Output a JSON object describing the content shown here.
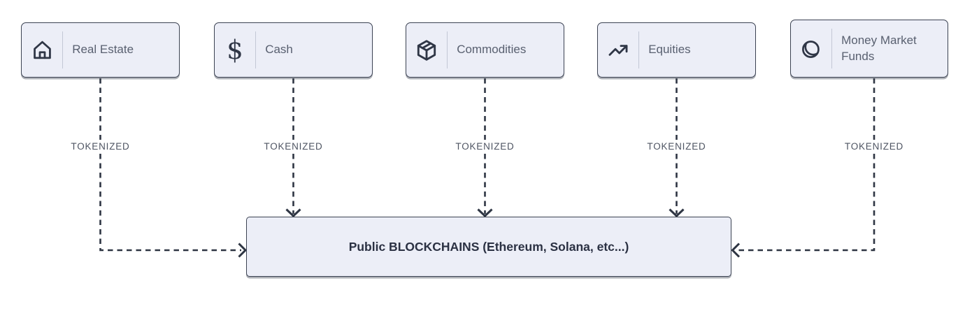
{
  "diagram": {
    "assets": [
      {
        "label": "Real Estate",
        "icon": "home-icon"
      },
      {
        "label": "Cash",
        "icon": "dollar-icon",
        "glyph": "$"
      },
      {
        "label": "Commodities",
        "icon": "package-icon"
      },
      {
        "label": "Equities",
        "icon": "trending-up-icon"
      },
      {
        "label": "Money Market Funds",
        "icon": "coin-icon"
      }
    ],
    "edges": [
      {
        "from": "Real Estate",
        "to": "Public BLOCKCHAINS",
        "label": "TOKENIZED"
      },
      {
        "from": "Cash",
        "to": "Public BLOCKCHAINS",
        "label": "TOKENIZED"
      },
      {
        "from": "Commodities",
        "to": "Public BLOCKCHAINS",
        "label": "TOKENIZED"
      },
      {
        "from": "Equities",
        "to": "Public BLOCKCHAINS",
        "label": "TOKENIZED"
      },
      {
        "from": "Money Market Funds",
        "to": "Public BLOCKCHAINS",
        "label": "TOKENIZED"
      }
    ],
    "target": {
      "label": "Public BLOCKCHAINS (Ethereum, Solana, etc...)"
    },
    "colors": {
      "background": "#ffffff",
      "node_fill": "#eceef7",
      "node_border": "#3b4252",
      "edge_line": "#2e3543",
      "node_label_text": "#596070",
      "edge_label_text": "#4e5462",
      "target_label_text": "#2b3143"
    }
  }
}
